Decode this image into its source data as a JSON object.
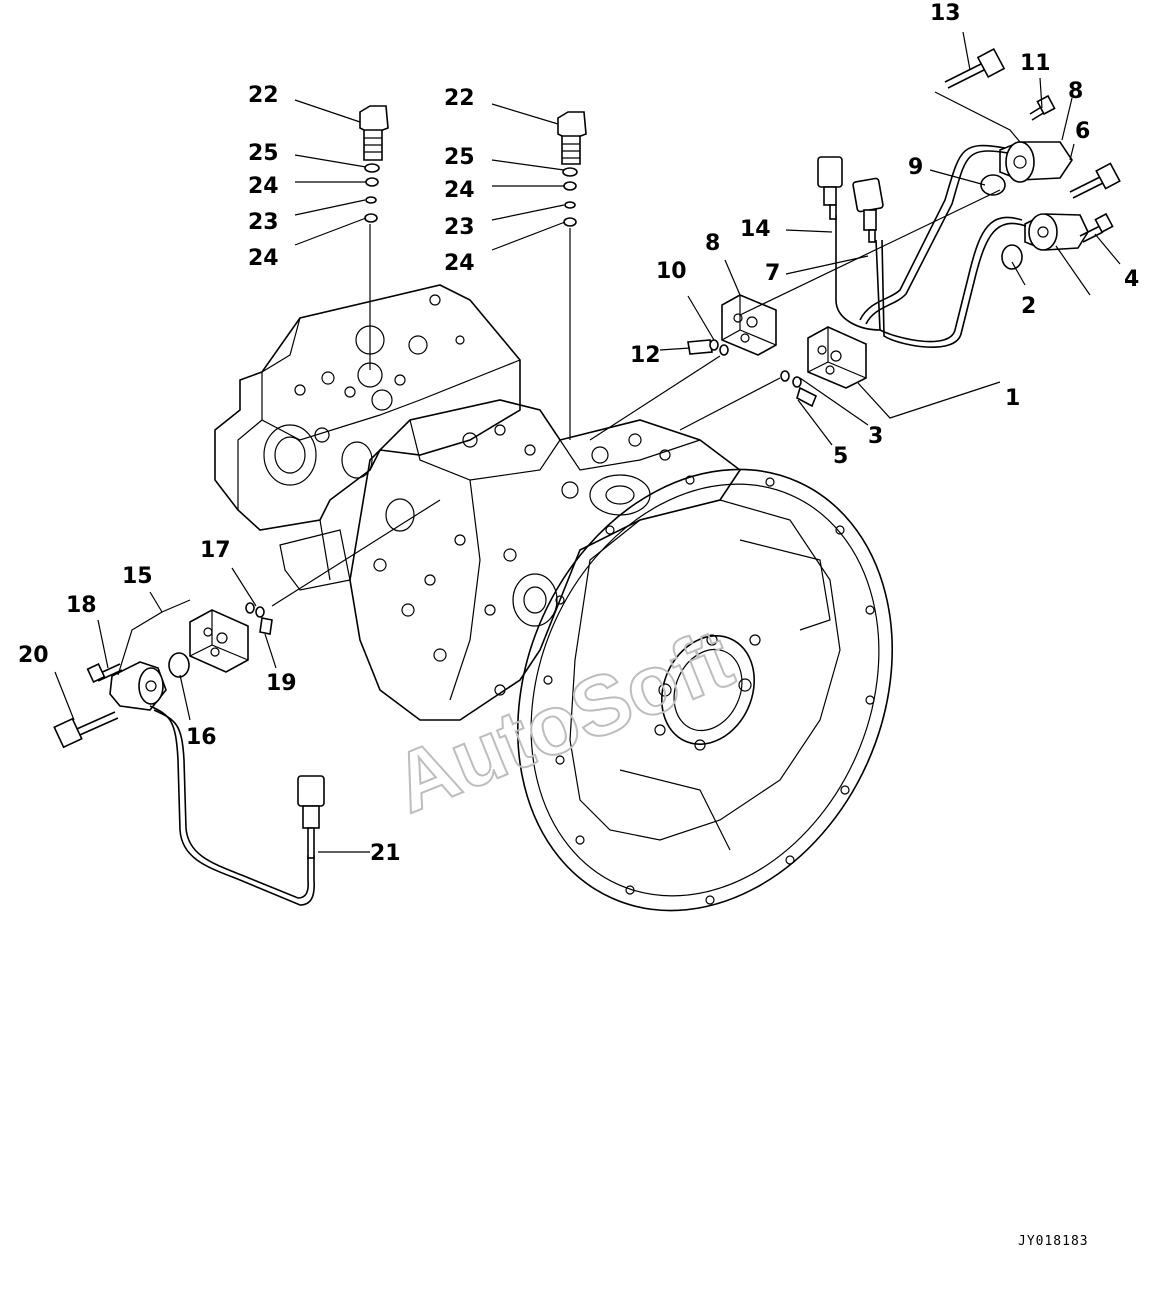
{
  "diagram": {
    "watermark": "AutoSoft",
    "drawing_code": "JY018183",
    "callouts": [
      {
        "id": "c13",
        "text": "13"
      },
      {
        "id": "c11",
        "text": "11"
      },
      {
        "id": "c8a",
        "text": "8"
      },
      {
        "id": "c6",
        "text": "6"
      },
      {
        "id": "c9",
        "text": "9"
      },
      {
        "id": "c14",
        "text": "14"
      },
      {
        "id": "c8b",
        "text": "8"
      },
      {
        "id": "c7",
        "text": "7"
      },
      {
        "id": "c4",
        "text": "4"
      },
      {
        "id": "c2",
        "text": "2"
      },
      {
        "id": "c10",
        "text": "10"
      },
      {
        "id": "c12",
        "text": "12"
      },
      {
        "id": "c1",
        "text": "1"
      },
      {
        "id": "c5",
        "text": "5"
      },
      {
        "id": "c3",
        "text": "3"
      },
      {
        "id": "c22a",
        "text": "22"
      },
      {
        "id": "c25a",
        "text": "25"
      },
      {
        "id": "c24a",
        "text": "24"
      },
      {
        "id": "c23a",
        "text": "23"
      },
      {
        "id": "c24b",
        "text": "24"
      },
      {
        "id": "c22b",
        "text": "22"
      },
      {
        "id": "c25b",
        "text": "25"
      },
      {
        "id": "c24c",
        "text": "24"
      },
      {
        "id": "c23b",
        "text": "23"
      },
      {
        "id": "c24d",
        "text": "24"
      },
      {
        "id": "c17",
        "text": "17"
      },
      {
        "id": "c15",
        "text": "15"
      },
      {
        "id": "c18",
        "text": "18"
      },
      {
        "id": "c20",
        "text": "20"
      },
      {
        "id": "c19",
        "text": "19"
      },
      {
        "id": "c16",
        "text": "16"
      },
      {
        "id": "c21",
        "text": "21"
      }
    ]
  }
}
